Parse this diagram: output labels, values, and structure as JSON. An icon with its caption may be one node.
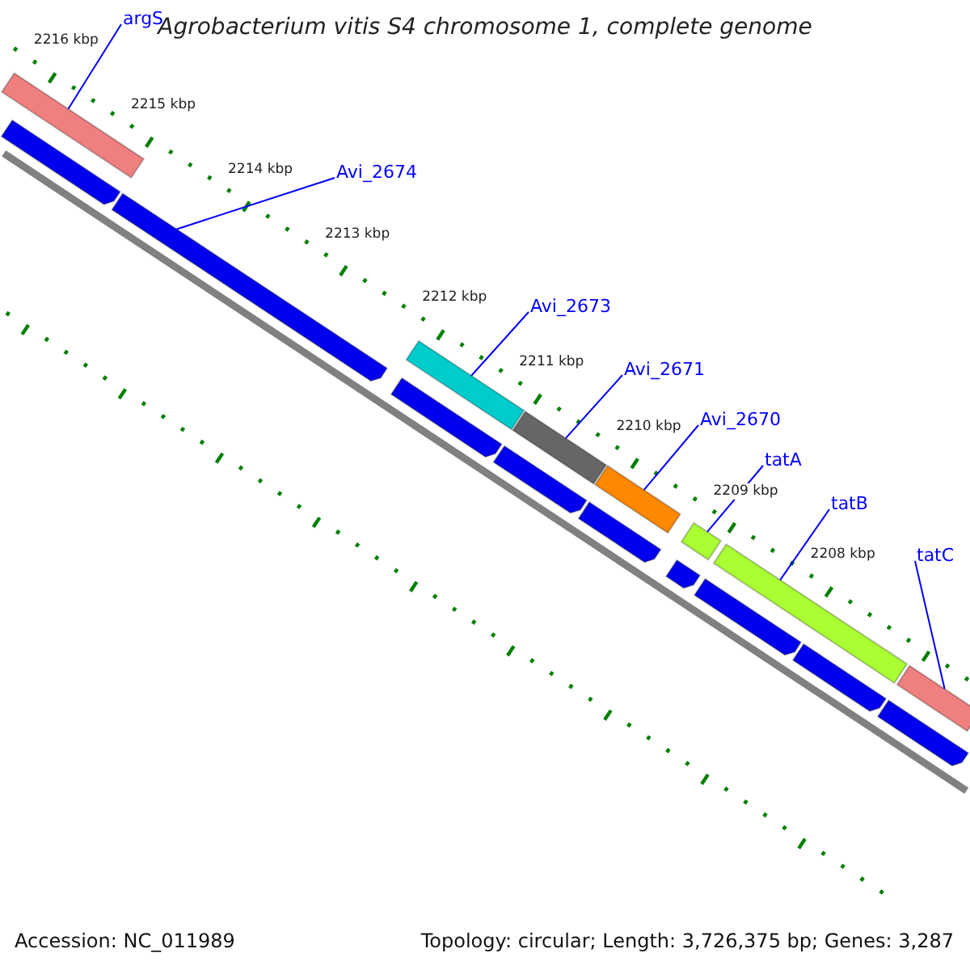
{
  "diagram": {
    "title": "Agrobacterium vitis S4 chromosome 1, complete genome",
    "nodes": [
      {
        "text": [
          "argS"
        ]
      },
      {
        "text": [
          "Avi_2674"
        ]
      },
      {
        "text": [
          "Avi_2673"
        ]
      },
      {
        "text": [
          "Avi_2671"
        ]
      },
      {
        "text": [
          "Avi_2670"
        ]
      },
      {
        "text": [
          "tatA"
        ]
      },
      {
        "text": [
          "tatB"
        ]
      },
      {
        "text": [
          "tatC"
        ]
      },
      {
        "text": [],
        "shape": "bar"
      },
      {
        "text": [],
        "shape": "bar"
      },
      {
        "text": [],
        "shape": "bar"
      },
      {
        "text": [],
        "shape": "bar"
      },
      {
        "text": [],
        "shape": "bar"
      },
      {
        "text": [],
        "shape": "bar"
      },
      {
        "text": [],
        "shape": "bar"
      },
      {
        "text": [],
        "shape": "bar"
      },
      {
        "text": [],
        "shape": "bar"
      },
      {
        "text": [],
        "shape": "bar"
      },
      {
        "text": [],
        "shape": "bar"
      },
      {
        "text": [],
        "shape": "bar"
      },
      {
        "text": [],
        "shape": "bar"
      },
      {
        "text": [],
        "shape": "bar"
      },
      {
        "text": [],
        "shape": "bar"
      },
      {
        "text": [],
        "shape": "bar"
      }
    ],
    "edges": [
      {
        "from": 0,
        "to": 8,
        "arrow": "none"
      },
      {
        "from": 1,
        "to": 9,
        "arrow": "none"
      },
      {
        "from": 2,
        "to": 10,
        "arrow": "none"
      },
      {
        "from": 3,
        "to": 11,
        "arrow": "none"
      },
      {
        "from": 4,
        "to": 12,
        "arrow": "none"
      },
      {
        "from": 5,
        "to": 13,
        "arrow": "none"
      },
      {
        "from": 6,
        "to": 14,
        "arrow": "none"
      },
      {
        "from": 7,
        "to": 15,
        "arrow": "none"
      }
    ],
    "labels": [
      "2216 kbp",
      "2215 kbp",
      "2214 kbp",
      "2213 kbp",
      "2212 kbp",
      "2211 kbp",
      "2210 kbp",
      "2209 kbp",
      "2208 kbp",
      "Accession: NC_011989",
      "Topology: circular; Length: 3,726,375 bp; Genes: 3,287"
    ]
  }
}
